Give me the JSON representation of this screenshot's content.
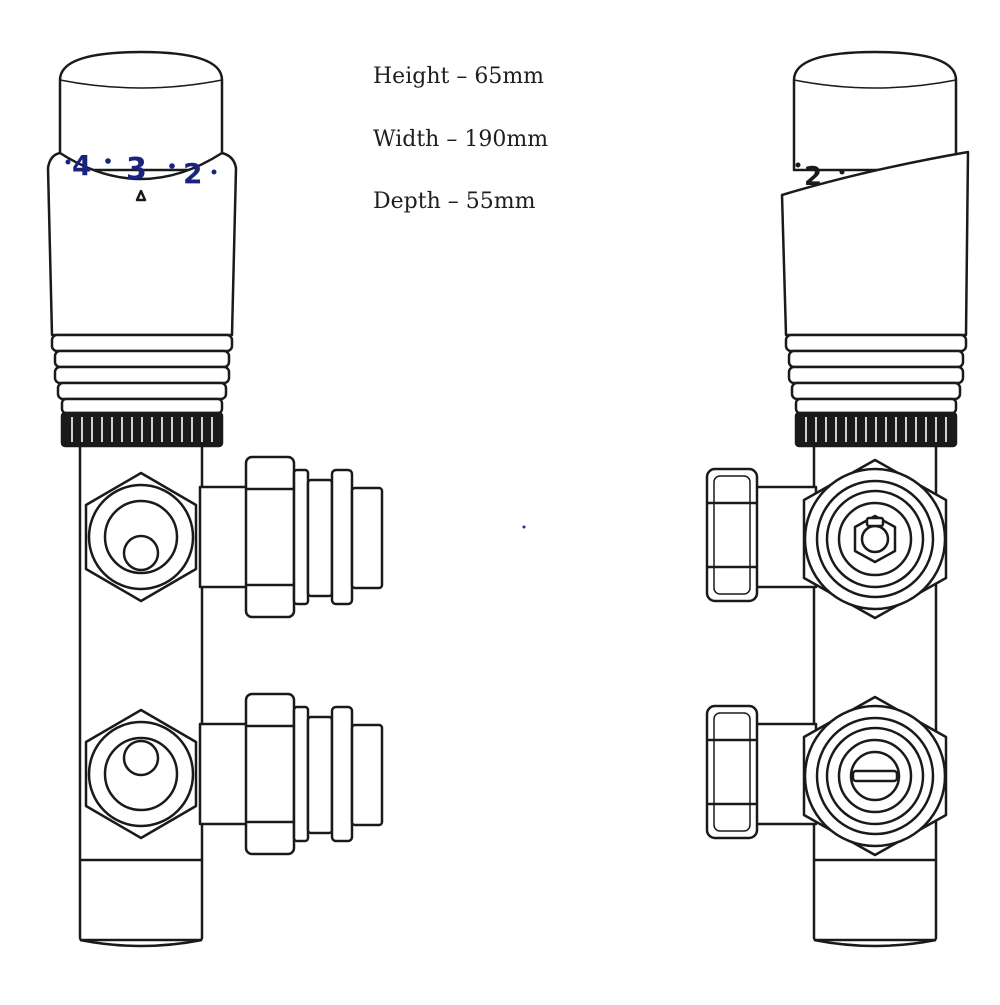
{
  "dimensions": {
    "height": "Height – 65mm",
    "width": "Width – 190mm",
    "depth": "Depth – 55mm"
  },
  "dial": {
    "left_numbers": [
      "4",
      "3",
      "2"
    ],
    "right_numbers": [
      "2"
    ],
    "number_color": "#1a237e"
  },
  "colors": {
    "line": "#1a1a1a",
    "fill": "#ffffff"
  }
}
